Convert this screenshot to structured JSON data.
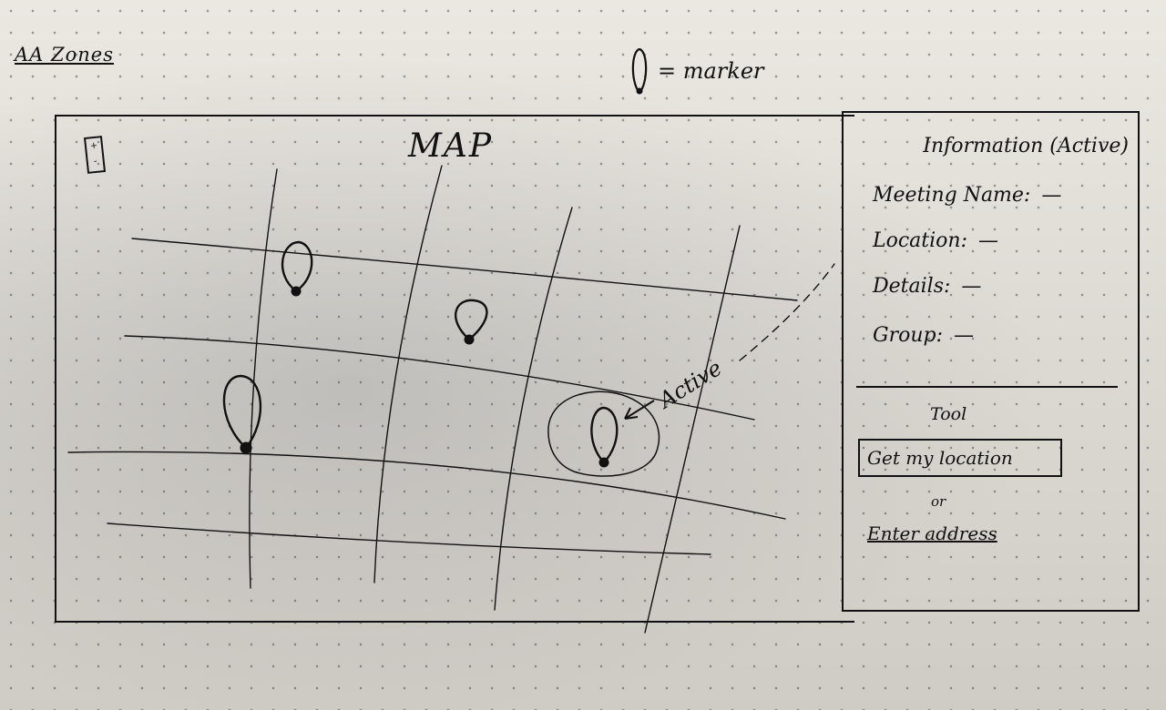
{
  "header": {
    "app_title": "AA Zones",
    "legend_text": "= marker",
    "legend_icon": "marker-icon"
  },
  "map": {
    "title": "MAP",
    "zoom_control_icon": "zoom-control-icon",
    "zoom_plus": "+",
    "zoom_minus": "-",
    "active_label": "Active",
    "marker_count": 4
  },
  "info_panel": {
    "title": "Information (Active)",
    "fields": [
      {
        "label": "Meeting Name:",
        "value": "—"
      },
      {
        "label": "Location:",
        "value": "—"
      },
      {
        "label": "Details:",
        "value": "—"
      },
      {
        "label": "Group:",
        "value": "—"
      }
    ],
    "tool_label": "Tool",
    "get_location_button": "Get my location",
    "or_text": "or",
    "enter_address_link": "Enter address"
  },
  "colors": {
    "ink": "#111111",
    "paper": "#e3e0da",
    "dot_grid": "#555555"
  }
}
